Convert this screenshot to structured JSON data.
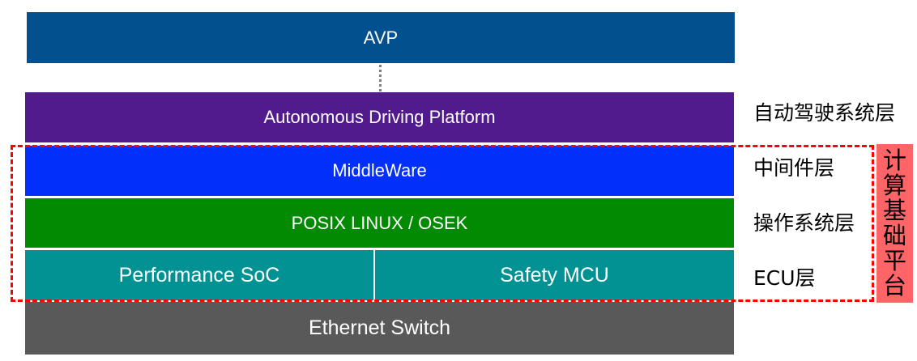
{
  "colors": {
    "avp": "#03508e",
    "platform": "#511b8e",
    "middleware": "#0230fa",
    "os": "#028b02",
    "ecu": "#029293",
    "ethernet": "#595959",
    "frame": "#ff0000",
    "side_bar": "#ff6566"
  },
  "stack": {
    "avp": "AVP",
    "platform": "Autonomous Driving Platform",
    "middleware": "MiddleWare",
    "os": "POSIX LINUX / OSEK",
    "soc": "Performance SoC",
    "mcu": "Safety MCU",
    "ethernet": "Ethernet Switch"
  },
  "layer_labels": {
    "platform": "自动驾驶系统层",
    "middleware": "中间件层",
    "os": "操作系统层",
    "ecu": "ECU层"
  },
  "side_label": [
    "计",
    "算",
    "基",
    "础",
    "平",
    "台"
  ]
}
